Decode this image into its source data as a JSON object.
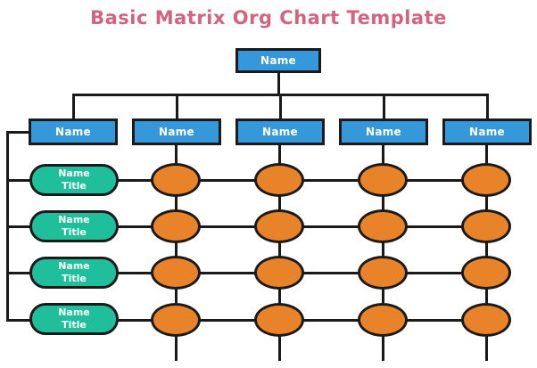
{
  "title": "Basic Matrix Org Chart Template",
  "colors": {
    "box_fill": "#3498db",
    "pill_fill": "#1fbf9c",
    "ellipse_fill": "#e8832a",
    "stroke": "#1a1a1a",
    "title": "#d2647f",
    "label_text": "#ffffff",
    "background": "#ffffff"
  },
  "root": {
    "label": "Name"
  },
  "departments": [
    {
      "label": "Name"
    },
    {
      "label": "Name"
    },
    {
      "label": "Name"
    },
    {
      "label": "Name"
    },
    {
      "label": "Name"
    }
  ],
  "rows": [
    {
      "name": "Name",
      "title": "Title"
    },
    {
      "name": "Name",
      "title": "Title"
    },
    {
      "name": "Name",
      "title": "Title"
    },
    {
      "name": "Name",
      "title": "Title"
    }
  ],
  "matrix_cells": [
    [
      {
        "label": ""
      },
      {
        "label": ""
      },
      {
        "label": ""
      },
      {
        "label": ""
      }
    ],
    [
      {
        "label": ""
      },
      {
        "label": ""
      },
      {
        "label": ""
      },
      {
        "label": ""
      }
    ],
    [
      {
        "label": ""
      },
      {
        "label": ""
      },
      {
        "label": ""
      },
      {
        "label": ""
      }
    ],
    [
      {
        "label": ""
      },
      {
        "label": ""
      },
      {
        "label": ""
      },
      {
        "label": ""
      }
    ]
  ]
}
